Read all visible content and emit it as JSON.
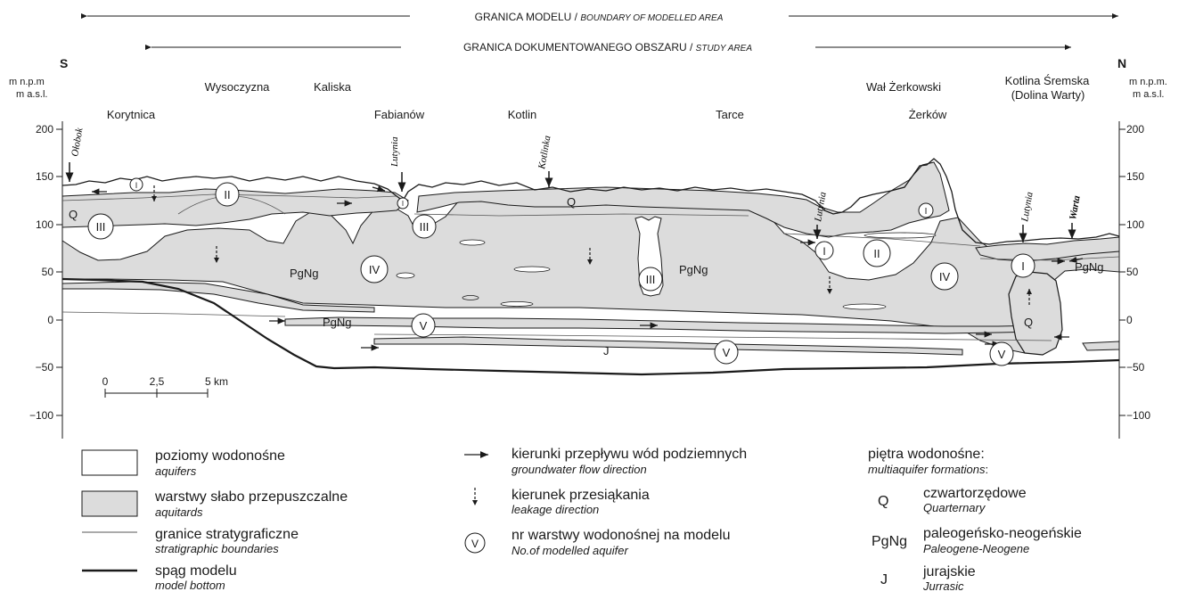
{
  "boundary_model": {
    "pl": "GRANICA MODELU",
    "sep": " / ",
    "en": "BOUNDARY OF MODELLED AREA"
  },
  "boundary_study": {
    "pl": "GRANICA DOKUMENTOWANEGO OBSZARU",
    "sep": " / ",
    "en": "STUDY AREA"
  },
  "left_axis": {
    "dir": "S",
    "unit1": "m n.p.m",
    "unit2": "m a.s.l.",
    "ticks": [
      "200",
      "150",
      "100",
      "50",
      "0",
      "−50",
      "−100"
    ]
  },
  "right_axis": {
    "dir": "N",
    "unit1": "m n.p.m.",
    "unit2": "m a.s.l.",
    "ticks": [
      "200",
      "150",
      "100",
      "50",
      "0",
      "−50",
      "−100"
    ]
  },
  "places": {
    "korytnica": "Korytnica",
    "wysoczyzna": "Wysoczyzna",
    "kaliska": "Kaliska",
    "fabianow": "Fabianów",
    "kotlin": "Kotlin",
    "tarce": "Tarce",
    "wal": "Wał Żerkowski",
    "zerkow": "Żerków",
    "kotlina1": "Kotlina Śremska",
    "kotlina2": "(Dolina Warty)"
  },
  "rivers": {
    "olobok": "Ołobok",
    "lutynia1": "Lutynia",
    "kotlinka": "Kotlinka",
    "lutynia2": "Lutynia",
    "lutynia3": "Lutynia",
    "warta": "Warta"
  },
  "units": {
    "q1": "Q",
    "q2": "Q",
    "q3": "Q",
    "pgng1": "PgNg",
    "pgng2": "PgNg",
    "pgng3": "PgNg",
    "pgng4": "PgNg",
    "j": "J"
  },
  "aquifer_numbers": {
    "a1": "I",
    "a2": "I",
    "a3": "I",
    "a4": "I",
    "a5": "I",
    "a6": "II",
    "a7": "II",
    "a8": "III",
    "a9": "III",
    "a10": "III",
    "a11": "IV",
    "a12": "IV",
    "a13": "V",
    "a14": "V",
    "a15": "V"
  },
  "scale": {
    "s0": "0",
    "s1": "2,5",
    "s2": "5 km"
  },
  "legend": {
    "aquifers_pl": "poziomy wodonośne",
    "aquifers_en": "aquifers",
    "aquitards_pl": "warstwy słabo przepuszczalne",
    "aquitards_en": "aquitards",
    "strat_pl": "granice stratygraficzne",
    "strat_en": "stratigraphic boundaries",
    "bottom_pl": "spąg modelu",
    "bottom_en": "model bottom",
    "flow_pl": "kierunki przepływu wód podziemnych",
    "flow_en": "groundwater flow direction",
    "leak_pl": "kierunek przesiąkania",
    "leak_en": "leakage direction",
    "nr_symbol": "V",
    "nr_pl": "nr warstwy wodonośnej na modelu",
    "nr_en": "No.of modelled aquifer",
    "multi_pl": "piętra wodonośne:",
    "multi_en": "multiaquifer formations",
    "multi_colon": ":",
    "q_sym": "Q",
    "q_pl": "czwartorzędowe",
    "q_en": "Quarternary",
    "pg_sym": "PgNg",
    "pg_pl": "paleogeńsko-neogeńskie",
    "pg_en": "Paleogene-Neogene",
    "j_sym": "J",
    "j_pl": "jurajskie",
    "j_en": "Jurrasic"
  },
  "colors": {
    "aquitard": "#dcdcdc",
    "line": "#1a1a1a"
  }
}
